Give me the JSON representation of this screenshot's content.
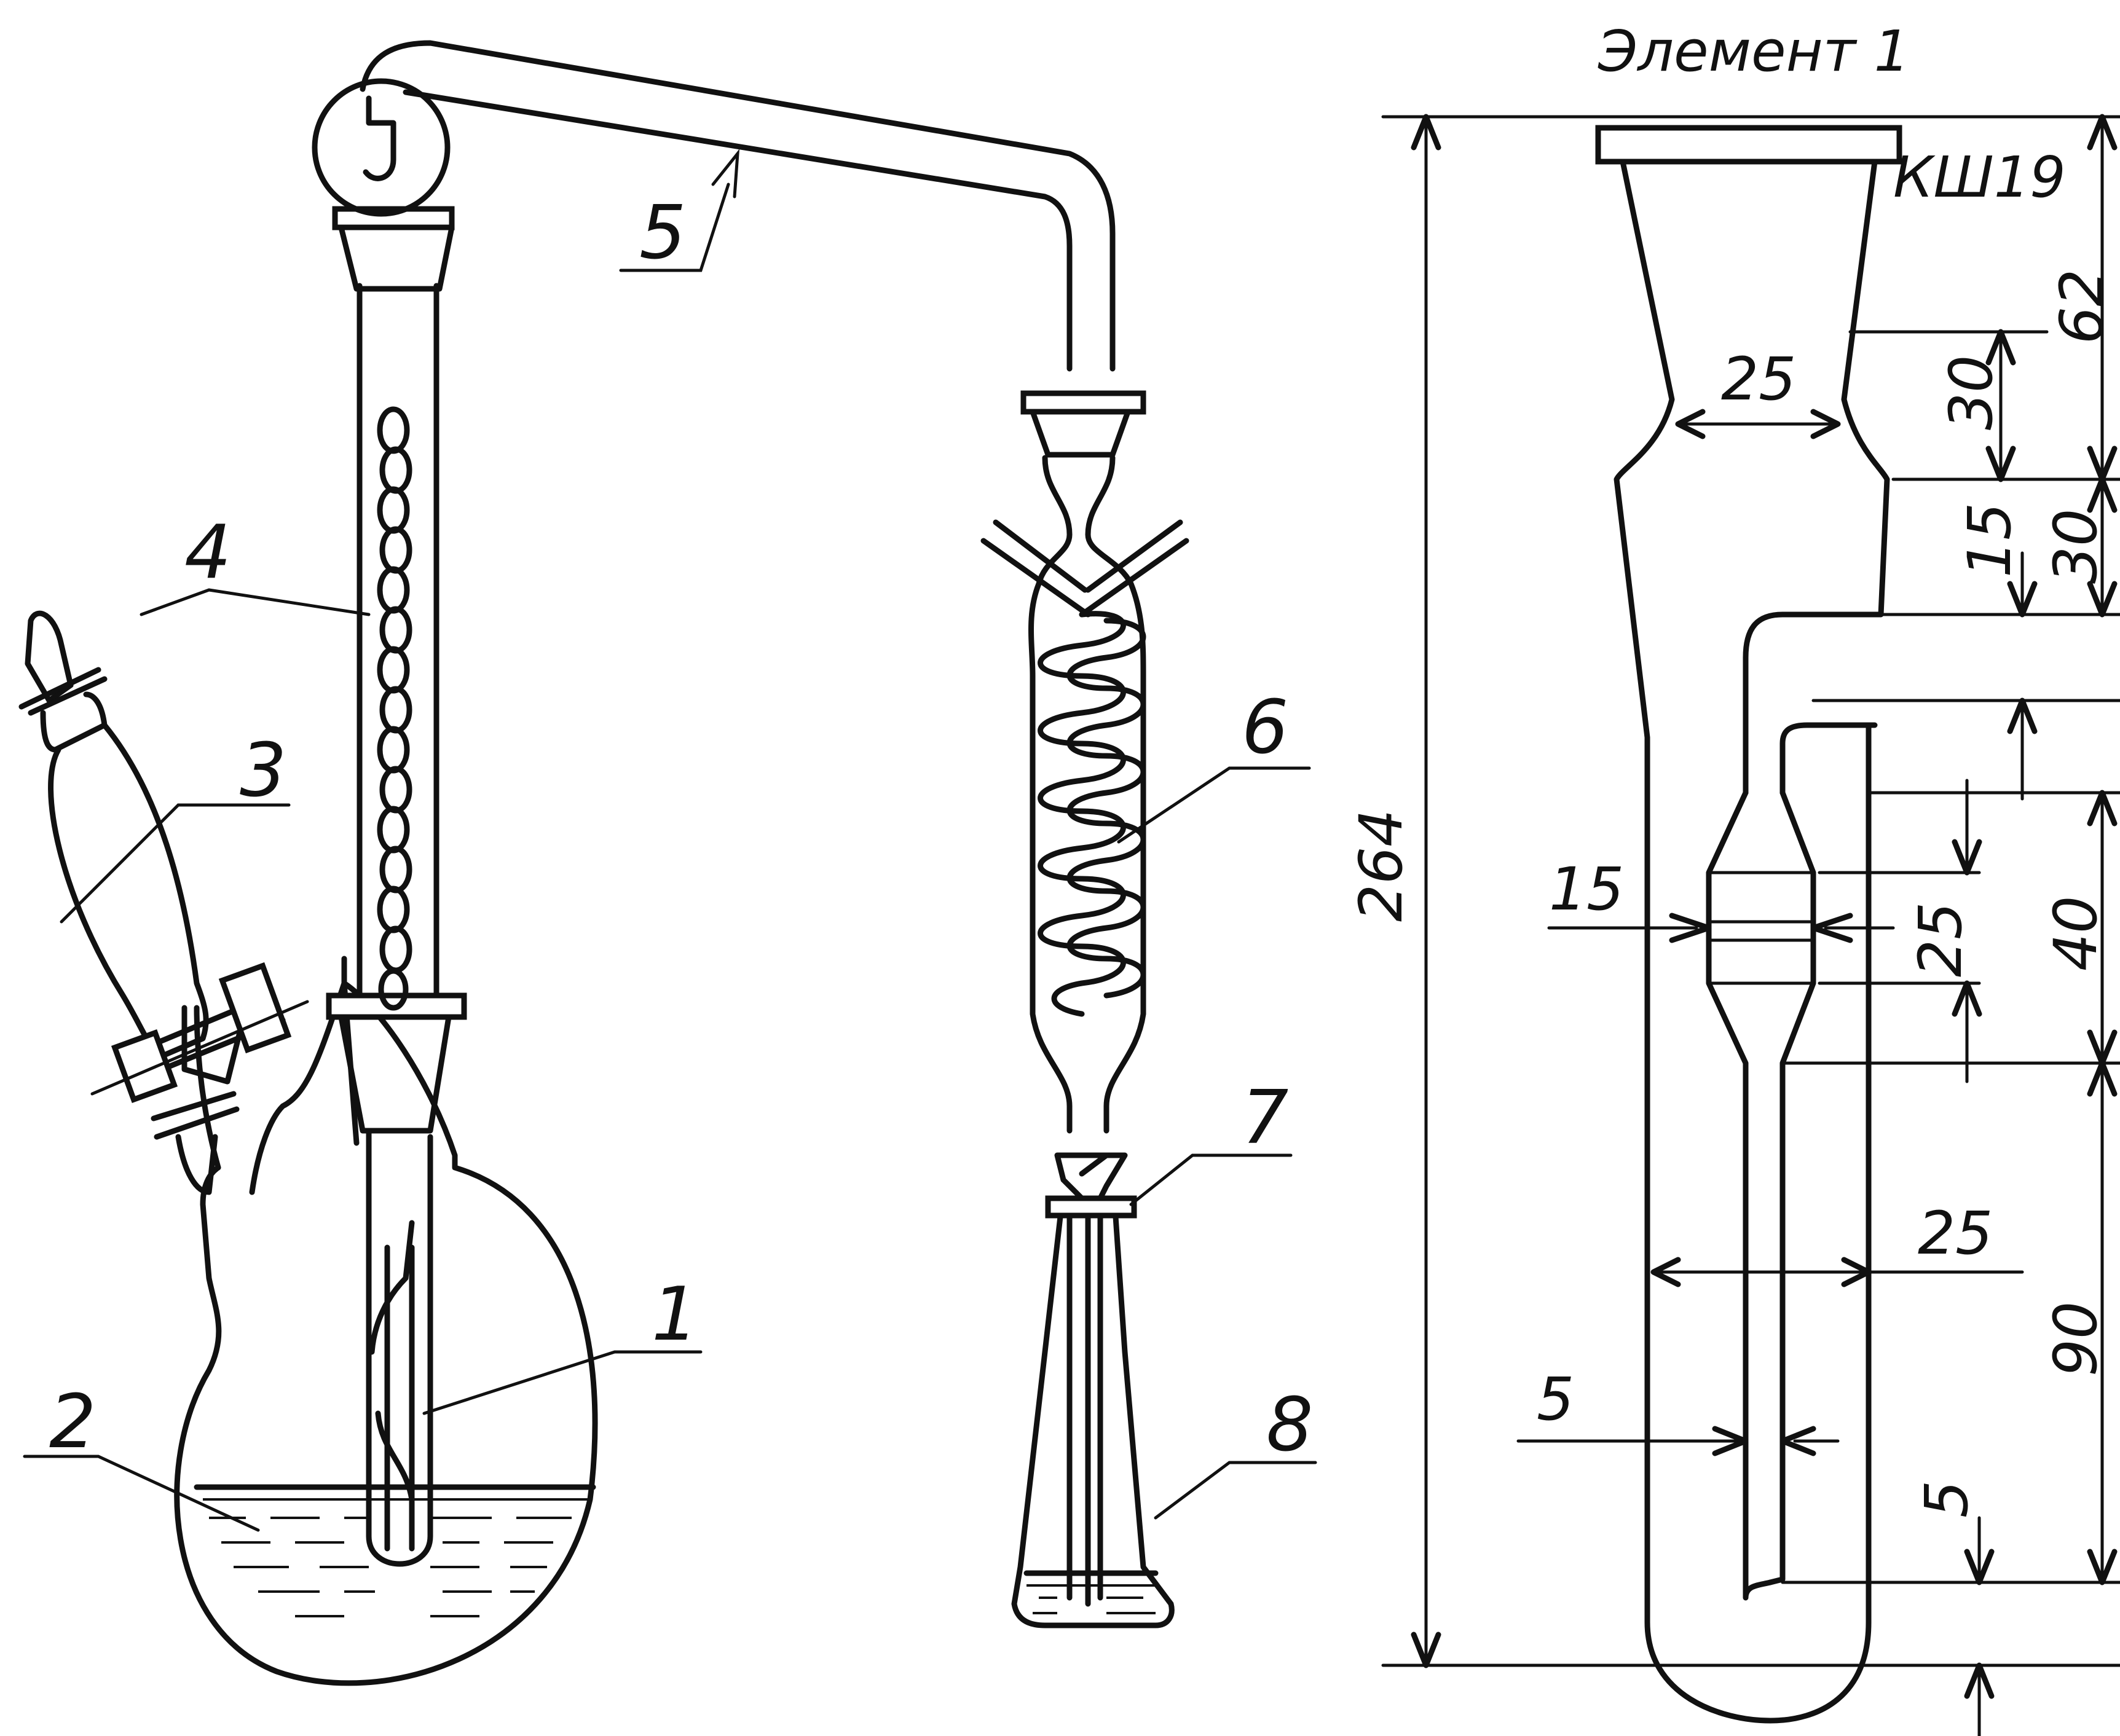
{
  "apparatus": {
    "labels": [
      "1",
      "2",
      "3",
      "4",
      "5",
      "6",
      "7",
      "8"
    ]
  },
  "element": {
    "title": "Элемент 1",
    "joint": "КШ19",
    "dims": {
      "total_height": "264",
      "top_section": "62",
      "neck_length": "30",
      "neck_width": "25",
      "middle_section": "30",
      "offset_small": "15",
      "bulb_section": "40",
      "bulb_height": "25",
      "bulb_width": "15",
      "lower_section": "90",
      "body_width": "25",
      "tube_width": "5",
      "bottom_gap": "5"
    }
  }
}
